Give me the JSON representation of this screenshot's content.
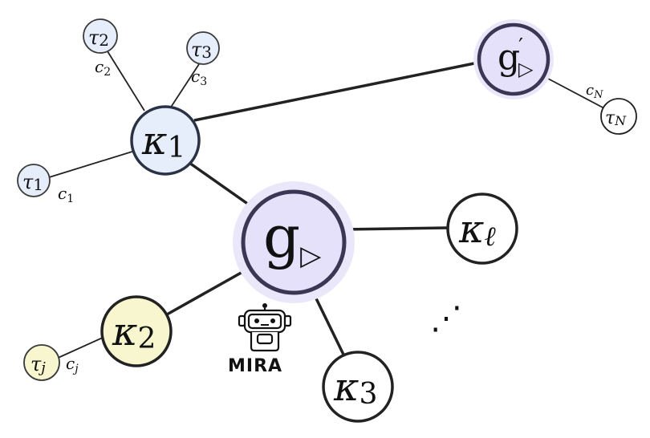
{
  "nodes": {
    "g_main": {
      "symbol": "g",
      "subscript": "▷",
      "fill": "#e6e1fb",
      "halo": "#ece8fb"
    },
    "g_prime": {
      "symbol": "g",
      "superscript": "′",
      "subscript": "▷",
      "fill": "#e6e1fb",
      "halo": "#ece8fb"
    },
    "kappa1": {
      "symbol": "κ",
      "subscript": "1",
      "fill": "#e6eefb"
    },
    "kappa2": {
      "symbol": "κ",
      "subscript": "2",
      "fill": "#f7f6cf"
    },
    "kappa3": {
      "symbol": "κ",
      "subscript": "3",
      "fill": "#ffffff"
    },
    "kappa_l": {
      "symbol": "κ",
      "subscript": "ℓ",
      "fill": "#ffffff"
    },
    "tau1": {
      "symbol": "τ",
      "subscript": "1",
      "fill": "#e6eefb"
    },
    "tau2": {
      "symbol": "τ",
      "subscript": "2",
      "fill": "#e6eefb"
    },
    "tau3": {
      "symbol": "τ",
      "subscript": "3",
      "fill": "#e6eefb"
    },
    "tauj": {
      "symbol": "τ",
      "subscript": "j",
      "fill": "#f7f6cf"
    },
    "tauN": {
      "symbol": "τ",
      "subscript": "N",
      "fill": "#ffffff"
    }
  },
  "edge_labels": {
    "c1": {
      "symbol": "c",
      "subscript": "1"
    },
    "c2": {
      "symbol": "c",
      "subscript": "2"
    },
    "c3": {
      "symbol": "c",
      "subscript": "3"
    },
    "cj": {
      "symbol": "c",
      "subscript": "j"
    },
    "cN": {
      "symbol": "c",
      "subscript": "N"
    }
  },
  "ellipsis": "⋰",
  "robot": {
    "label": "MIRA",
    "icon": "robot-icon"
  },
  "colors": {
    "stroke": "#222222",
    "g_stroke": "#3b3653"
  }
}
